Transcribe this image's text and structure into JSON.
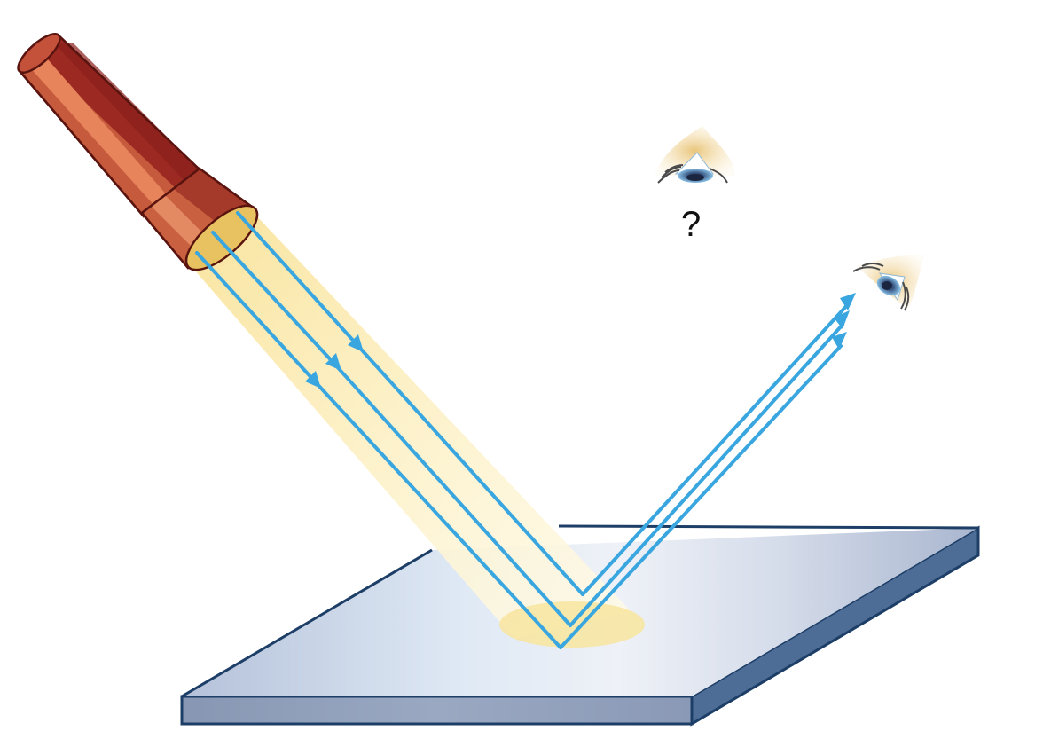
{
  "diagram": {
    "subject": "Specular reflection of light rays from a flat mirror surface",
    "labels": {
      "question_mark": "?"
    },
    "elements": {
      "light_source": "flashlight",
      "incident_rays": 3,
      "reflected_rays": 3,
      "observers": [
        "eye-not-in-reflected-path",
        "eye-in-reflected-path"
      ],
      "surface": "flat-mirror"
    },
    "colors": {
      "ray": "#3aa6e0",
      "beam": "#fbe9a6",
      "flashlight_body": "#c65a3c",
      "flashlight_dark": "#8c1f1d",
      "flashlight_light": "#e7845c",
      "mirror_top_light": "#e8eef8",
      "mirror_top_dark": "#aebbd3",
      "mirror_edge": "#4a6a94",
      "mirror_outline": "#1d3e66"
    }
  }
}
